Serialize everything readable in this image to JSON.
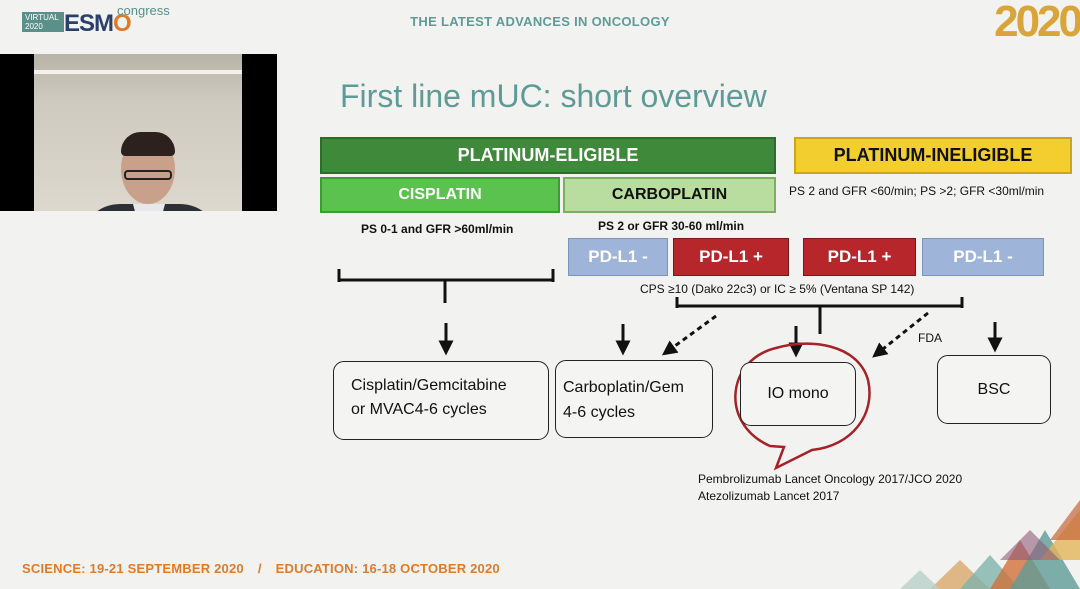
{
  "header": {
    "logo_virtual": "VIRTUAL",
    "logo_year": "2020",
    "logo_esmo_a": "ES",
    "logo_esmo_b": "M",
    "logo_esmo_c": "O",
    "logo_congress": "congress",
    "title": "THE LATEST ADVANCES IN ONCOLOGY",
    "year_graphic": "2020"
  },
  "slide": {
    "title": "First line mUC:  short overview",
    "platinum_eligible": "PLATINUM-ELIGIBLE",
    "cisplatin": "CISPLATIN",
    "carboplatin": "CARBOPLATIN",
    "platinum_ineligible": "PLATINUM-INELIGIBLE",
    "cisplatin_criteria": "PS 0-1 and GFR >60ml/min",
    "carboplatin_criteria": "PS 2 or GFR 30-60 ml/min",
    "ineligible_criteria": "PS 2 and GFR <60/min; PS >2; GFR <30ml/min",
    "pd_neg_left": "PD-L1 -",
    "pd_pos_left": "PD-L1 +",
    "pd_pos_right": "PD-L1 +",
    "pd_neg_right": "PD-L1 -",
    "cps_note": "CPS ≥10 (Dako 22c3)  or IC ≥ 5%  (Ventana SP 142)",
    "fda_label": "FDA",
    "outcome_cis_line1": "Cisplatin/Gemcitabine",
    "outcome_cis_line2": "or MVAC4-6 cycles",
    "outcome_carbo_line1": "Carboplatin/Gem",
    "outcome_carbo_line2": "4-6 cycles",
    "outcome_io": "IO mono",
    "outcome_bsc": "BSC",
    "ref1": "Pembrolizumab Lancet Oncology 2017/JCO 2020",
    "ref2": "Atezolizumab  Lancet 2017"
  },
  "footer": {
    "science": "SCIENCE: 19-21 SEPTEMBER 2020",
    "separator": "/",
    "education": "EDUCATION: 16-18 OCTOBER 2020"
  },
  "colors": {
    "accent_teal": "#5f9b96",
    "platinum_eligible": "#3f8a3a",
    "cisplatin": "#5cc24f",
    "carboplatin": "#b9dd9e",
    "platinum_ineligible": "#f2cf2f",
    "pd_negative": "#9eb4d9",
    "pd_positive": "#b6262b",
    "footer_orange": "#e07b2a"
  }
}
